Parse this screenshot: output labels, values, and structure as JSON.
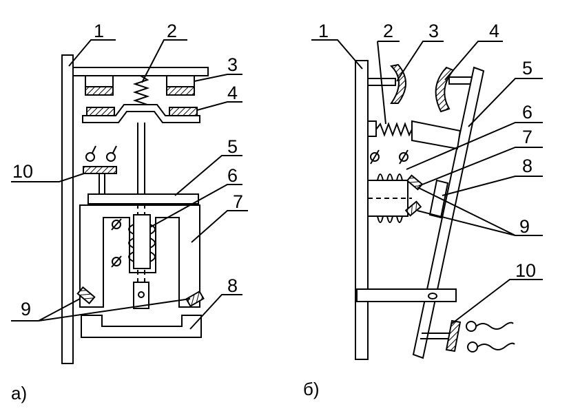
{
  "figure_a": {
    "caption": "а)",
    "callouts": [
      "1",
      "2",
      "3",
      "4",
      "5",
      "6",
      "7",
      "8",
      "9",
      "10"
    ]
  },
  "figure_b": {
    "caption": "б)",
    "callouts": [
      "1",
      "2",
      "3",
      "4",
      "5",
      "6",
      "7",
      "8",
      "9",
      "10"
    ]
  }
}
